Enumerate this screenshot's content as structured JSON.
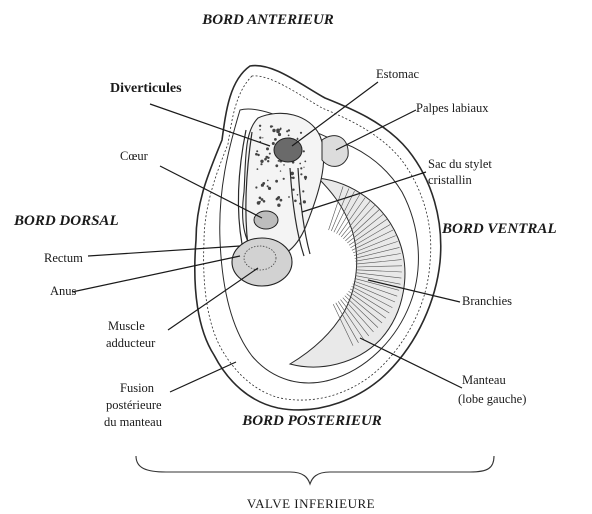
{
  "sides": {
    "anterior": "BORD ANTERIEUR",
    "dorsal": "BORD DORSAL",
    "ventral": "BORD VENTRAL",
    "posterior": "BORD POSTERIEUR"
  },
  "parts": {
    "diverticules": "Diverticules",
    "estomac": "Estomac",
    "palpes": "Palpes labiaux",
    "coeur": "Cœur",
    "sac_line1": "Sac du stylet",
    "sac_line2": "cristallin",
    "rectum": "Rectum",
    "anus": "Anus",
    "branchies": "Branchies",
    "muscle_line1": "Muscle",
    "muscle_line2": "adducteur",
    "manteau_line1": "Manteau",
    "manteau_line2": "(lobe gauche)",
    "fusion_line1": "Fusion",
    "fusion_line2": "postérieure",
    "fusion_line3": "du manteau"
  },
  "caption": "VALVE INFERIEURE"
}
